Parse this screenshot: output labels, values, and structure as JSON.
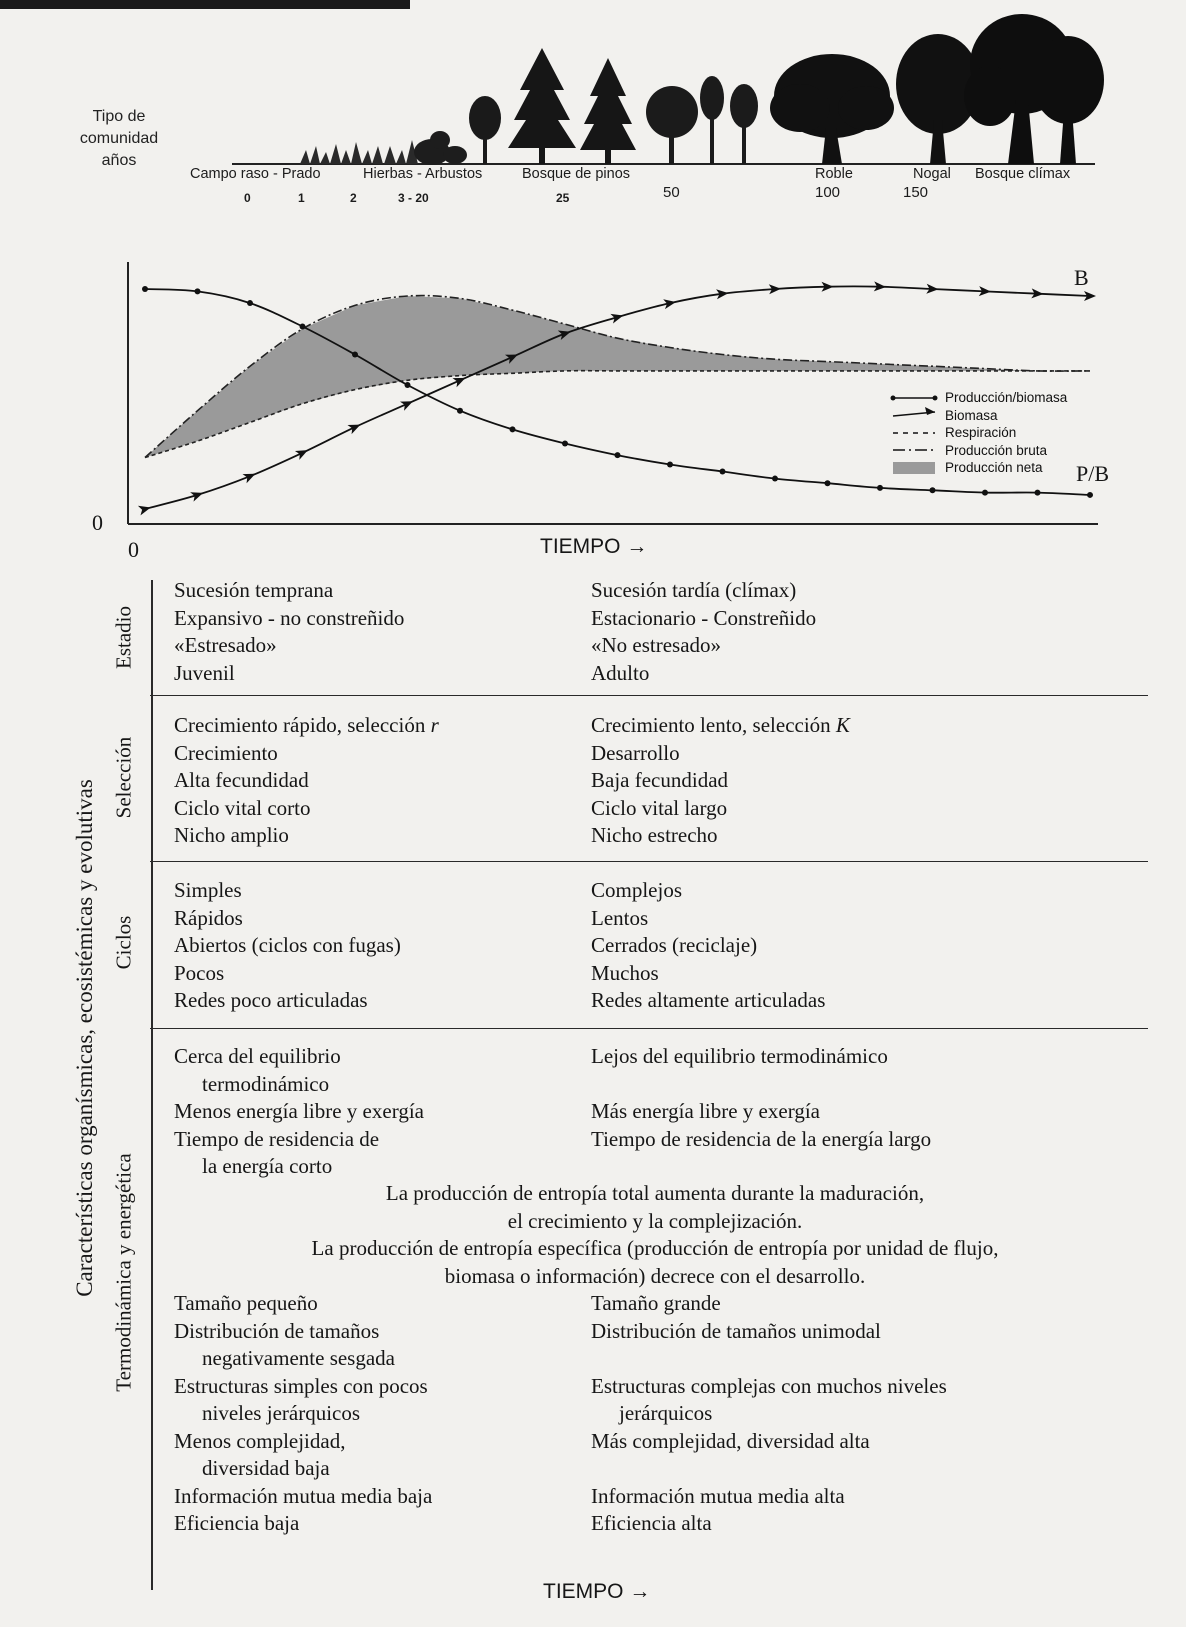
{
  "header": {
    "community_label_lines": [
      "Tipo de",
      "comunidad",
      "años"
    ],
    "stages": [
      "Campo raso - Prado",
      "Hierbas - Arbustos",
      "Bosque de pinos",
      "Roble",
      "Nogal",
      "Bosque clímax"
    ],
    "years": [
      "0",
      "1",
      "2",
      "3 - 20",
      "25",
      "50",
      "100",
      "150"
    ]
  },
  "chart_data": {
    "type": "line",
    "xlabel": "TIEMPO →",
    "origin_x_label": "0",
    "origin_y_label": "0",
    "series_end_labels": [
      "B",
      "P/B"
    ],
    "legend": [
      {
        "name": "Producción/biomasa",
        "marker": "dot"
      },
      {
        "name": "Biomasa",
        "marker": "arrow"
      },
      {
        "name": "Respiración",
        "marker": "dashed"
      },
      {
        "name": "Producción bruta",
        "marker": "dash-dot"
      },
      {
        "name": "Producción neta",
        "marker": "shaded"
      }
    ],
    "x": [
      0,
      1,
      2,
      3,
      4,
      5,
      6,
      7,
      8,
      9,
      10,
      11,
      12,
      13,
      14,
      15,
      16,
      17,
      18
    ],
    "series": [
      {
        "name": "Producción/biomasa",
        "values": [
          0.97,
          0.96,
          0.91,
          0.81,
          0.69,
          0.56,
          0.45,
          0.37,
          0.31,
          0.26,
          0.22,
          0.19,
          0.16,
          0.14,
          0.12,
          0.11,
          0.1,
          0.1,
          0.09
        ]
      },
      {
        "name": "Biomasa",
        "values": [
          0.03,
          0.09,
          0.17,
          0.27,
          0.38,
          0.48,
          0.58,
          0.68,
          0.78,
          0.85,
          0.91,
          0.95,
          0.97,
          0.98,
          0.98,
          0.97,
          0.96,
          0.95,
          0.94
        ]
      },
      {
        "name": "Producción bruta",
        "values": [
          0.25,
          0.45,
          0.64,
          0.8,
          0.9,
          0.94,
          0.93,
          0.88,
          0.82,
          0.76,
          0.72,
          0.69,
          0.67,
          0.66,
          0.65,
          0.64,
          0.63,
          0.62,
          0.62
        ]
      },
      {
        "name": "Respiración",
        "values": [
          0.25,
          0.32,
          0.4,
          0.48,
          0.54,
          0.58,
          0.6,
          0.61,
          0.62,
          0.62,
          0.62,
          0.62,
          0.62,
          0.62,
          0.62,
          0.62,
          0.62,
          0.62,
          0.62
        ]
      }
    ]
  },
  "sections": {
    "outer_label": "Características organísmicas, ecosistémicas y evolutivas",
    "tiempo_bottom": "TIEMPO →",
    "estadio": {
      "label": "Estadio",
      "left": [
        "Sucesión temprana",
        "Expansivo - no constreñido",
        "«Estresado»",
        "Juvenil"
      ],
      "right": [
        "Sucesión tardía (clímax)",
        "Estacionario - Constreñido",
        "«No estresado»",
        "Adulto"
      ]
    },
    "seleccion": {
      "label": "Selección",
      "left_first_prefix": "Crecimiento rápido, selección ",
      "left_first_var": "r",
      "right_first_prefix": "Crecimiento lento, selección ",
      "right_first_var": "K",
      "left": [
        "Crecimiento",
        "Alta fecundidad",
        "Ciclo vital corto",
        "Nicho amplio"
      ],
      "right": [
        "Desarrollo",
        "Baja fecundidad",
        "Ciclo vital largo",
        "Nicho estrecho"
      ]
    },
    "ciclos": {
      "label": "Ciclos",
      "left": [
        "Simples",
        "Rápidos",
        "Abiertos (ciclos con fugas)",
        "Pocos",
        "Redes poco articuladas"
      ],
      "right": [
        "Complejos",
        "Lentos",
        "Cerrados (reciclaje)",
        "Muchos",
        "Redes altamente articuladas"
      ]
    },
    "termo": {
      "label": "Termodinámica y energética",
      "l1": "Cerca del equilibrio",
      "l1b": "termodinámico",
      "r1": "Lejos del equilibrio termodinámico",
      "l2": "Menos energía libre y exergía",
      "r2": "Más energía libre y exergía",
      "l3": "Tiempo de residencia de",
      "l3b": "la energía corto",
      "r3": "Tiempo de residencia de la energía largo",
      "c1": "La producción de entropía total aumenta durante la maduración,",
      "c2": "el crecimiento y la complejización.",
      "c3": "La producción de entropía específica (producción de entropía por unidad de flujo,",
      "c4": "biomasa o información) decrece con el desarrollo.",
      "l4": "Tamaño pequeño",
      "r4": "Tamaño grande",
      "l5": "Distribución de tamaños",
      "l5b": "negativamente sesgada",
      "r5": "Distribución de tamaños unimodal",
      "l6": "Estructuras simples con pocos",
      "l6b": "niveles jerárquicos",
      "r6": "Estructuras complejas con muchos niveles",
      "r6b": "jerárquicos",
      "l7": "Menos complejidad,",
      "l7b": "diversidad baja",
      "r7": "Más complejidad, diversidad alta",
      "l8": "Información mutua media baja",
      "r8": "Información mutua media alta",
      "l9": "Eficiencia baja",
      "r9": "Eficiencia alta"
    }
  }
}
